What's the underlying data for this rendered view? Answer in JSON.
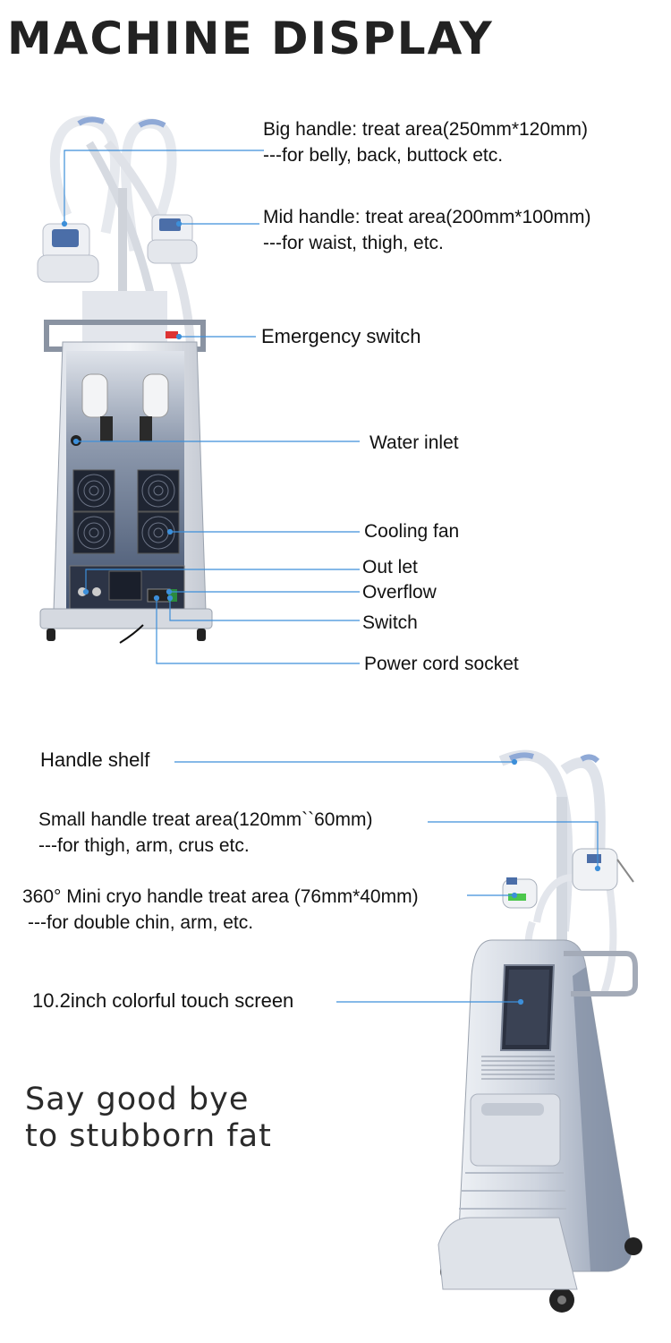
{
  "title": "MACHINE DISPLAY",
  "back_view": {
    "labels": [
      {
        "id": "big-handle",
        "lines": [
          "Big handle: treat area(250mm*120mm)",
          "---for belly, back, buttock etc."
        ]
      },
      {
        "id": "mid-handle",
        "lines": [
          "Mid  handle: treat area(200mm*100mm)",
          "---for waist, thigh, etc."
        ]
      },
      {
        "id": "emergency-switch",
        "lines": [
          "Emergency switch"
        ]
      },
      {
        "id": "water-inlet",
        "lines": [
          "Water inlet"
        ]
      },
      {
        "id": "cooling-fan",
        "lines": [
          "Cooling fan"
        ]
      },
      {
        "id": "out-let",
        "lines": [
          "Out let"
        ]
      },
      {
        "id": "overflow",
        "lines": [
          "Overflow"
        ]
      },
      {
        "id": "switch",
        "lines": [
          "Switch"
        ]
      },
      {
        "id": "power-cord-socket",
        "lines": [
          "Power cord socket"
        ]
      }
    ]
  },
  "side_view": {
    "labels": [
      {
        "id": "handle-shelf",
        "lines": [
          "Handle shelf"
        ]
      },
      {
        "id": "small-handle",
        "lines": [
          "Small handle treat area(120mm``60mm)",
          "---for thigh, arm, crus etc."
        ]
      },
      {
        "id": "mini-cryo-handle",
        "lines": [
          "360° Mini cryo handle treat area (76mm*40mm)",
          "---for double chin, arm, etc."
        ]
      },
      {
        "id": "touch-screen",
        "lines": [
          "10.2inch colorful touch screen"
        ]
      }
    ]
  },
  "slogan": [
    "Say good bye",
    "to stubborn fat"
  ],
  "colors": {
    "leader_line": "#3d8fd9",
    "machine_body": "#c6ccd6",
    "machine_panel": "#596b86",
    "handle_accent": "#8fa9d6"
  }
}
